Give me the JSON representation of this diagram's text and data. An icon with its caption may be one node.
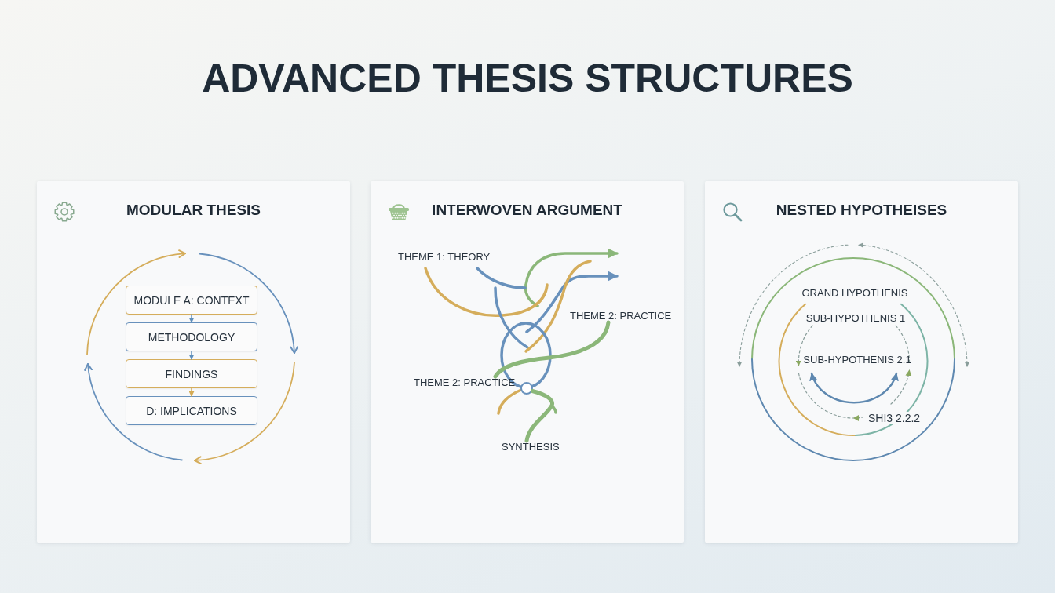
{
  "diagram": {
    "title": "ADVANCED THESIS STRUCTURES",
    "nodes": [
      {
        "text": [
          "MODULAR THESIS"
        ]
      },
      {
        "text": [
          "MODULE A: CONTEXT"
        ],
        "in": 0
      },
      {
        "text": [
          "METHODOLOGY"
        ],
        "in": 0
      },
      {
        "text": [
          "FINDINGS"
        ],
        "in": 0
      },
      {
        "text": [
          "D: IMPLICATIONS"
        ],
        "in": 0
      },
      {
        "text": [
          "INTERWOVEN ARGUMENT"
        ]
      },
      {
        "text": [
          "THEME 1: THEORY"
        ],
        "in": 5
      },
      {
        "text": [
          "THEME 2: PRACTICE"
        ],
        "in": 5
      },
      {
        "text": [
          "THEME 2: PRACTICE"
        ],
        "in": 5
      },
      {
        "text": [],
        "shape": "circle",
        "in": 5
      },
      {
        "text": [
          "SYNTHESIS"
        ],
        "in": 5
      },
      {
        "text": [
          "NESTED HYPOTHEISES"
        ]
      },
      {
        "text": [
          "GRAND HYPOTHENIS"
        ],
        "in": 11
      },
      {
        "text": [
          "SUB-HYPOTHENIS 1"
        ],
        "in": 12
      },
      {
        "text": [
          "SUB-HYPOTHENIS 2.1"
        ],
        "in": 13
      },
      {
        "text": [
          "SHI3 2.2.2"
        ],
        "in": 13
      }
    ],
    "edges": [
      {
        "from": 1,
        "to": 2,
        "arrow": "to"
      },
      {
        "from": 2,
        "to": 3,
        "arrow": "to"
      },
      {
        "from": 3,
        "to": 4,
        "arrow": "to",
        "color": "#d4ab55"
      },
      {
        "from": 7,
        "to": 8,
        "arrow": "none",
        "style": "thick",
        "color": "#8bb779"
      },
      {
        "from": 9,
        "to": 10,
        "arrow": "none",
        "style": "thick",
        "color": "#8bb779"
      }
    ]
  }
}
